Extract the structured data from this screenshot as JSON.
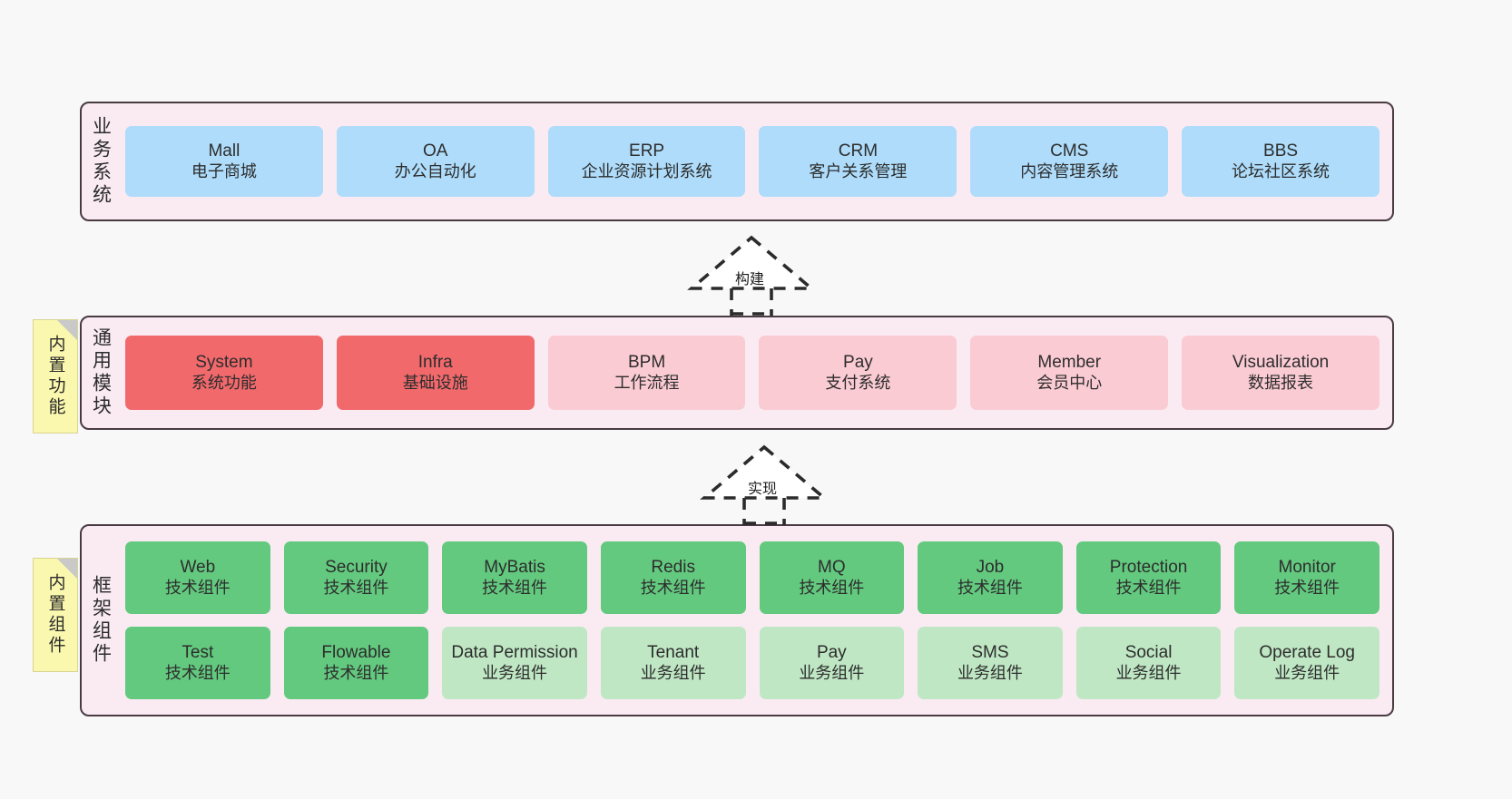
{
  "diagram": {
    "background": "#F8F8F8",
    "panel_bg": "#FAEBF3",
    "panel_border": "#4A3A42"
  },
  "layers": [
    {
      "id": "business",
      "label": "业务系统",
      "rows": [
        [
          {
            "en": "Mall",
            "cn": "电子商城",
            "color": "#AEDCFA"
          },
          {
            "en": "OA",
            "cn": "办公自动化",
            "color": "#AEDCFA"
          },
          {
            "en": "ERP",
            "cn": "企业资源计划系统",
            "color": "#AEDCFA"
          },
          {
            "en": "CRM",
            "cn": "客户关系管理",
            "color": "#AEDCFA"
          },
          {
            "en": "CMS",
            "cn": "内容管理系统",
            "color": "#AEDCFA"
          },
          {
            "en": "BBS",
            "cn": "论坛社区系统",
            "color": "#AEDCFA"
          }
        ]
      ]
    },
    {
      "id": "modules",
      "label": "通用模块",
      "rows": [
        [
          {
            "en": "System",
            "cn": "系统功能",
            "color": "#F2696C"
          },
          {
            "en": "Infra",
            "cn": "基础设施",
            "color": "#F2696C"
          },
          {
            "en": "BPM",
            "cn": "工作流程",
            "color": "#FACBD3"
          },
          {
            "en": "Pay",
            "cn": "支付系统",
            "color": "#FACBD3"
          },
          {
            "en": "Member",
            "cn": "会员中心",
            "color": "#FACBD3"
          },
          {
            "en": "Visualization",
            "cn": "数据报表",
            "color": "#FACBD3"
          }
        ]
      ]
    },
    {
      "id": "framework",
      "label": "框架组件",
      "rows": [
        [
          {
            "en": "Web",
            "cn": "技术组件",
            "color": "#63C97F"
          },
          {
            "en": "Security",
            "cn": "技术组件",
            "color": "#63C97F"
          },
          {
            "en": "MyBatis",
            "cn": "技术组件",
            "color": "#63C97F"
          },
          {
            "en": "Redis",
            "cn": "技术组件",
            "color": "#63C97F"
          },
          {
            "en": "MQ",
            "cn": "技术组件",
            "color": "#63C97F"
          },
          {
            "en": "Job",
            "cn": "技术组件",
            "color": "#63C97F"
          },
          {
            "en": "Protection",
            "cn": "技术组件",
            "color": "#63C97F"
          },
          {
            "en": "Monitor",
            "cn": "技术组件",
            "color": "#63C97F"
          }
        ],
        [
          {
            "en": "Test",
            "cn": "技术组件",
            "color": "#63C97F"
          },
          {
            "en": "Flowable",
            "cn": "技术组件",
            "color": "#63C97F"
          },
          {
            "en": "Data Permission",
            "cn": "业务组件",
            "color": "#BFE7C4"
          },
          {
            "en": "Tenant",
            "cn": "业务组件",
            "color": "#BFE7C4"
          },
          {
            "en": "Pay",
            "cn": "业务组件",
            "color": "#BFE7C4"
          },
          {
            "en": "SMS",
            "cn": "业务组件",
            "color": "#BFE7C4"
          },
          {
            "en": "Social",
            "cn": "业务组件",
            "color": "#BFE7C4"
          },
          {
            "en": "Operate Log",
            "cn": "业务组件",
            "color": "#BFE7C4"
          }
        ]
      ]
    }
  ],
  "notes": [
    {
      "id": "builtin-features",
      "label": "内置功能"
    },
    {
      "id": "builtin-components",
      "label": "内置组件"
    }
  ],
  "connectors": [
    {
      "id": "build",
      "label": "构建"
    },
    {
      "id": "implement",
      "label": "实现"
    }
  ]
}
